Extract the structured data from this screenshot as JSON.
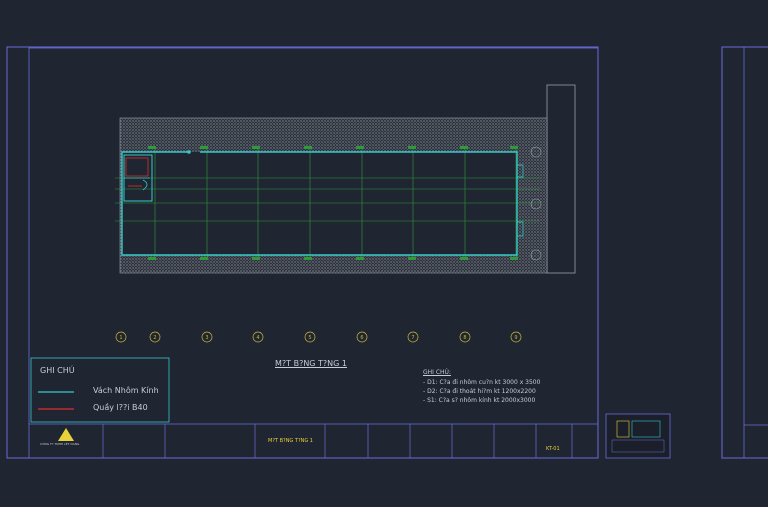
{
  "colors": {
    "background": "#1f2531",
    "sheet_border": "#6a6cd8",
    "wall": "#35c9c9",
    "grid": "#2f9a3a",
    "hatch": "#8a8f98",
    "legend_line_nhom": "#35c9c9",
    "legend_line_quay": "#d83030",
    "text_light": "#c8ccd4",
    "text_yellow": "#e8d23a"
  },
  "legend": {
    "title": "GHI CHÚ",
    "items": [
      {
        "label": "Vách Nhôm Kính",
        "color": "#35c9c9"
      },
      {
        "label": "Quầy l??i B40",
        "color": "#d83030"
      }
    ]
  },
  "plan": {
    "title": "M?T B?NG T?NG 1",
    "grid_labels": [
      "1",
      "2",
      "3",
      "4",
      "5",
      "6",
      "7",
      "8",
      "9"
    ]
  },
  "notes": {
    "title": "GHI CHÚ:",
    "lines": [
      "- D1: C?a đi nhôm cu?n kt 3000 x 3500",
      "- D2: C?a đi thoát hi?m kt 1200x2200",
      "- S1: C?a s? nhôm kính kt 2000x3000"
    ]
  },
  "title_block": {
    "company_lines": [
      "CÔNG TY TNHH LÊT DANG"
    ],
    "drawing_name": "M?T B?NG T?NG 1",
    "sheet_no": "KT-01"
  }
}
